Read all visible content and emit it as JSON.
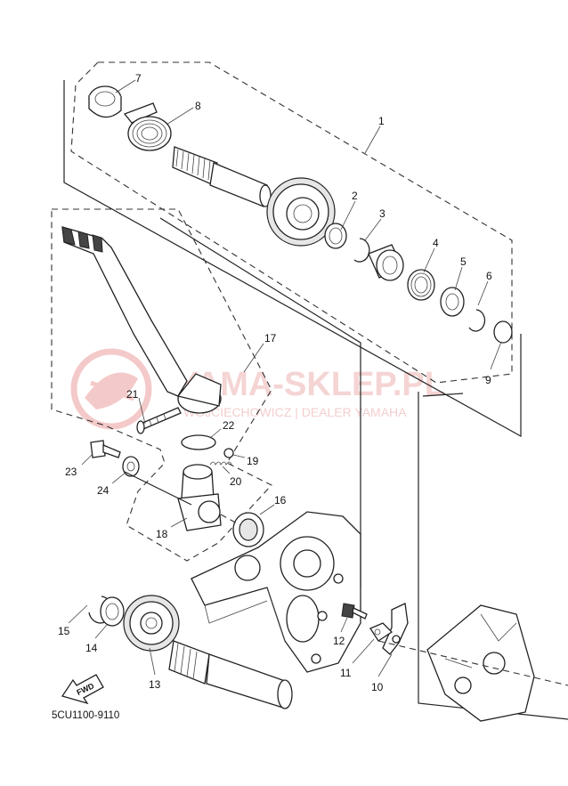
{
  "diagram": {
    "code": "5CU1100-9110",
    "fwd_label": "FWD",
    "callouts": [
      "1",
      "2",
      "3",
      "4",
      "5",
      "6",
      "7",
      "8",
      "9",
      "10",
      "11",
      "12",
      "13",
      "14",
      "15",
      "16",
      "17",
      "18",
      "19",
      "20",
      "21",
      "22",
      "23",
      "24"
    ]
  },
  "watermark": {
    "main": "YAMA-SKLEP.PL",
    "sub": "WOJCIECHOWICZ | DEALER YAMAHA",
    "color": "#e88a8a"
  }
}
